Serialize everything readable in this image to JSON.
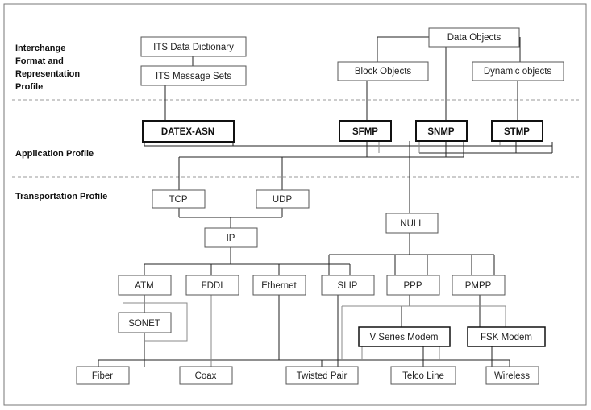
{
  "sections": {
    "interchange": [
      "Interchange",
      "Format and",
      "Representation",
      "Profile"
    ],
    "application": "Application Profile",
    "transportation": "Transportation Profile"
  },
  "nodes": {
    "its_dict": "ITS Data Dictionary",
    "its_msg": "ITS Message Sets",
    "data_objects": "Data Objects",
    "block_objects": "Block Objects",
    "dynamic_objects": "Dynamic objects",
    "datex": "DATEX-ASN",
    "sfmp": "SFMP",
    "snmp": "SNMP",
    "stmp": "STMP",
    "tcp": "TCP",
    "udp": "UDP",
    "ip": "IP",
    "null": "NULL",
    "atm": "ATM",
    "fddi": "FDDI",
    "ethernet": "Ethernet",
    "slip": "SLIP",
    "ppp": "PPP",
    "pmpp": "PMPP",
    "sonet": "SONET",
    "vmodem": "V Series Modem",
    "fsk": "FSK Modem",
    "fiber": "Fiber",
    "coax": "Coax",
    "twisted": "Twisted Pair",
    "telco": "Telco Line",
    "wireless": "Wireless"
  },
  "colors": {
    "line": "#222222",
    "thin_line": "#888888",
    "box_border": "#555555",
    "bold_border": "#111111",
    "dash": "#9a9a9a"
  }
}
